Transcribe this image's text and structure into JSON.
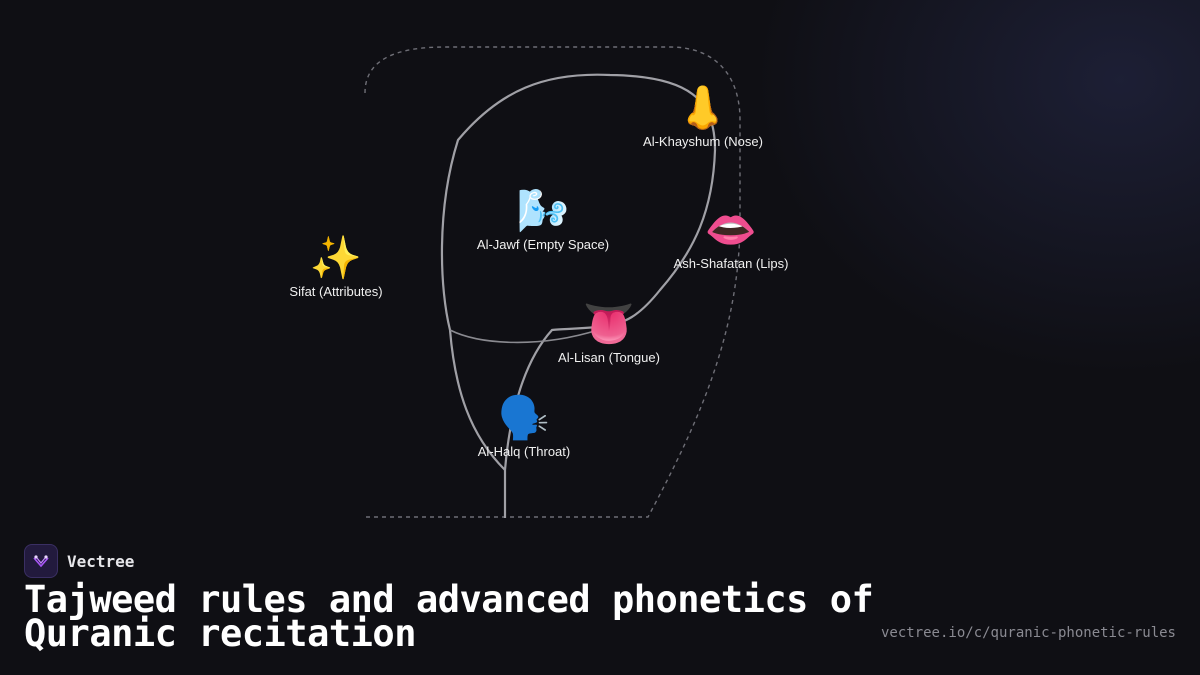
{
  "diagram": {
    "nodes": [
      {
        "id": "khayshum",
        "icon": "nose-icon",
        "emoji": "👃",
        "label": "Al-Khayshum (Nose)"
      },
      {
        "id": "jawf",
        "icon": "dashing-away-icon",
        "emoji": "🌬️",
        "label": "Al-Jawf (Empty Space)"
      },
      {
        "id": "shafatan",
        "icon": "lips-icon",
        "emoji": "👄",
        "label": "Ash-Shafatan (Lips)"
      },
      {
        "id": "sifat",
        "icon": "sparkles-icon",
        "emoji": "✨",
        "label": "Sifat (Attributes)"
      },
      {
        "id": "lisan",
        "icon": "tongue-icon",
        "emoji": "👅",
        "label": "Al-Lisan (Tongue)"
      },
      {
        "id": "halq",
        "icon": "speaking-head-icon",
        "emoji": "🗣️",
        "label": "Al-Halq (Throat)"
      }
    ]
  },
  "brand": {
    "name": "Vectree",
    "accent": "#a855f7"
  },
  "title": "Tajweed rules and advanced phonetics of Quranic recitation",
  "url": "vectree.io/c/quranic-phonetic-rules"
}
